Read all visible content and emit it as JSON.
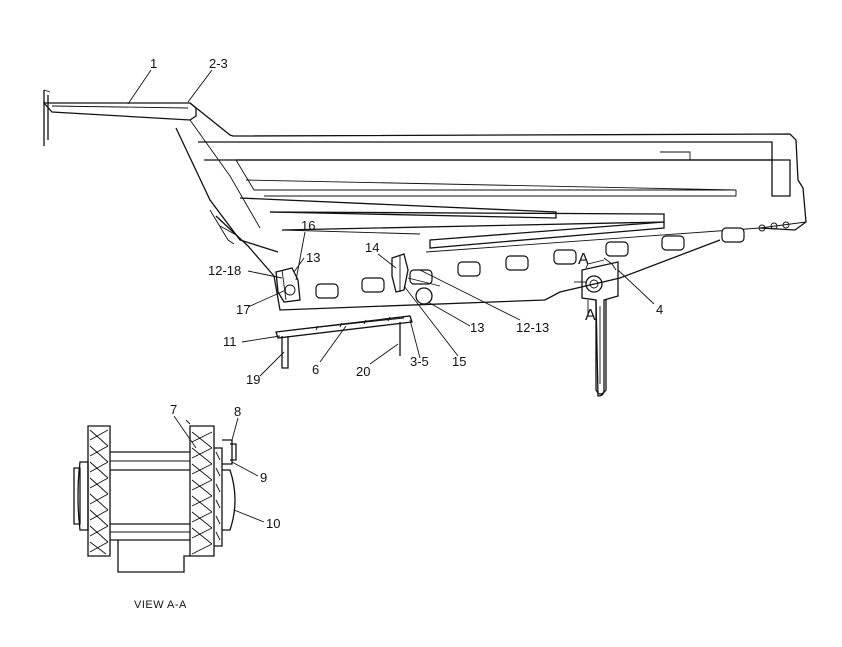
{
  "callouts": {
    "c1": "1",
    "c2_3": "2-3",
    "c16": "16",
    "c14": "14",
    "c12_18": "12-18",
    "c13_left": "13",
    "c17": "17",
    "c11": "11",
    "c6": "6",
    "c19": "19",
    "c20": "20",
    "c3_5": "3-5",
    "c15": "15",
    "c13_mid": "13",
    "c12_13": "12-13",
    "c4": "4",
    "c7": "7",
    "c8": "8",
    "c9": "9",
    "c10": "10"
  },
  "section_marks": {
    "a_top": "A",
    "a_bottom": "A"
  },
  "view_caption": "VIEW A-A"
}
